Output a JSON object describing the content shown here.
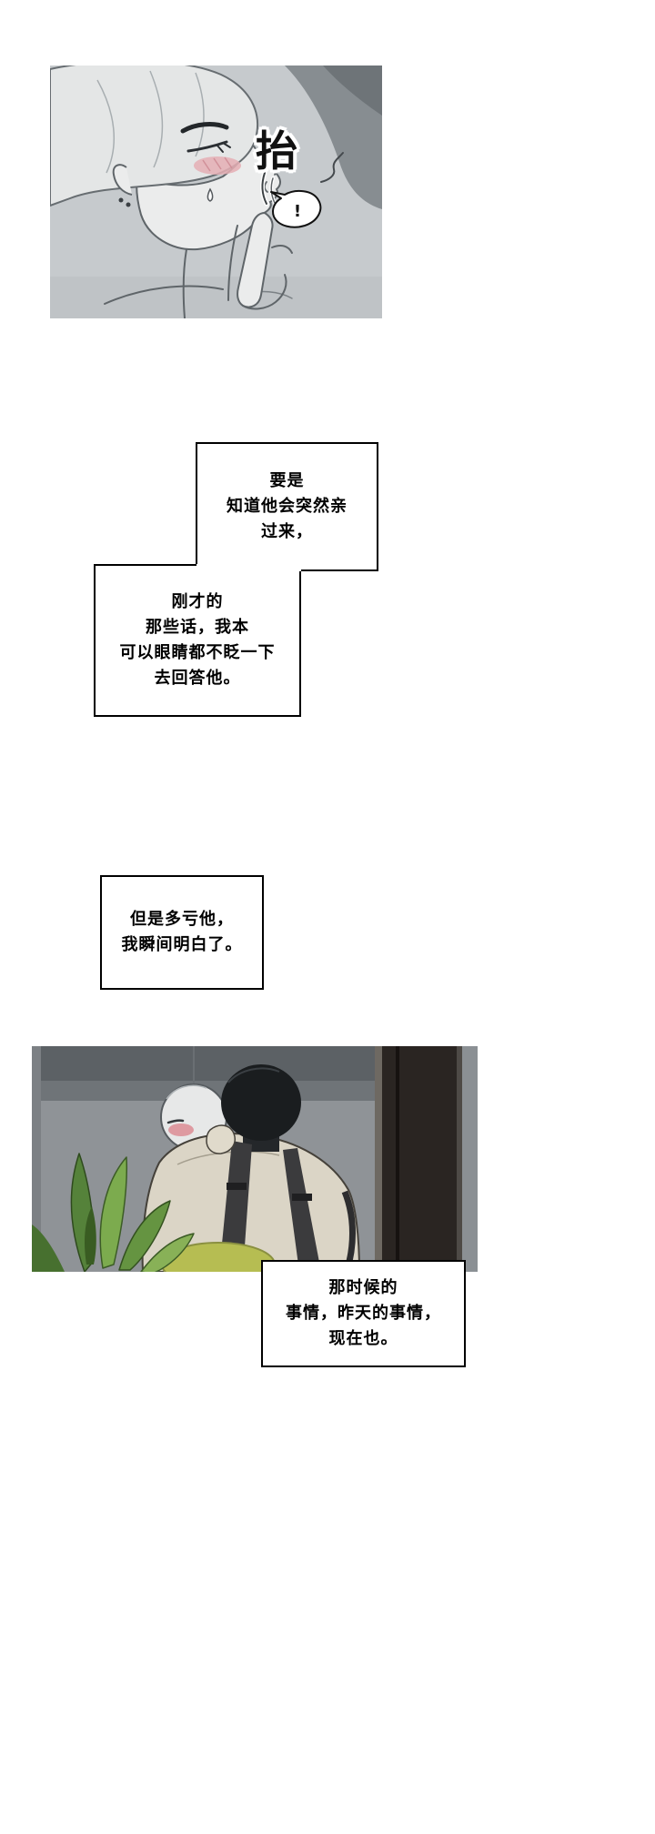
{
  "page": {
    "background": "#ffffff"
  },
  "panels": {
    "top": {
      "bg_color": "#c6cacd",
      "sfx": "抬",
      "bubble_text": "!",
      "blush_color": "#e5aeb4",
      "hair_color": "#e4e6e6",
      "other_person_color": "#878d91"
    },
    "bottom": {
      "bg_color": "#8f9397",
      "door_color": "#2a2522",
      "shirt_color": "#dbd5c6",
      "suspender_color": "#3b3b3d",
      "hair_dark_color": "#1a1d1f",
      "hair_light_color": "#e7e8e8",
      "plant_greens": [
        "#55823a",
        "#7cab4e",
        "#659441",
        "#88b157"
      ],
      "cushion_color": "#b6bd52"
    }
  },
  "captions": {
    "box1": "要是\n知道他会突然亲\n过来，",
    "box2": "刚才的\n那些话，我本\n可以眼睛都不眨一下\n去回答他。",
    "box3": "但是多亏他，\n我瞬间明白了。",
    "box4": "那时候的\n事情，昨天的事情，\n现在也。"
  }
}
